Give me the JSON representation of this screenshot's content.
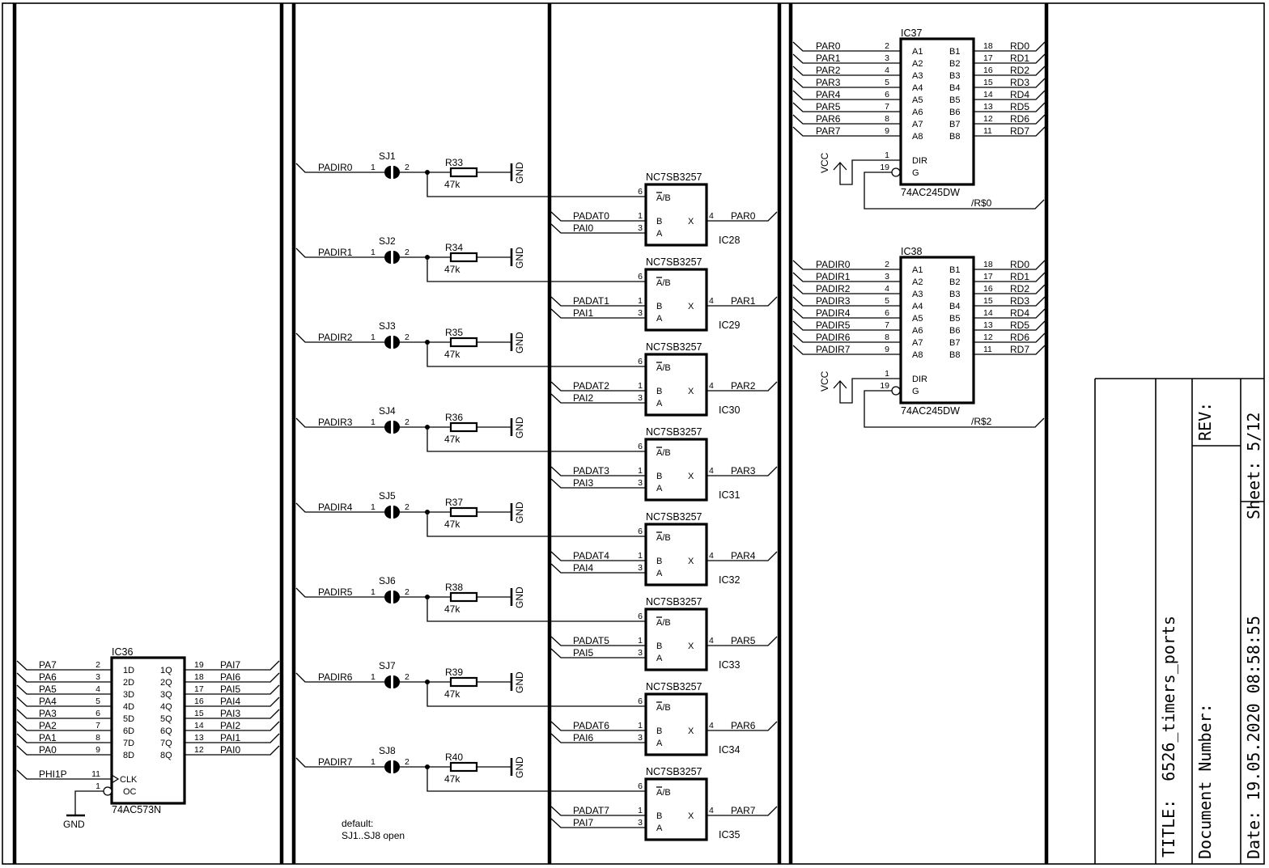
{
  "title_block": {
    "title_label": "TITLE:",
    "title": "6526_timers_ports",
    "document_number_label": "Document Number:",
    "rev_label": "REV:",
    "date_label": "Date:",
    "date": "19.05.2020 08:58:55",
    "sheet_label": "Sheet:",
    "sheet": "5/12"
  },
  "latch": {
    "name": "IC36",
    "part": "74AC573N",
    "inputs": [
      {
        "net": "PA7",
        "pin": "2",
        "label": "1D"
      },
      {
        "net": "PA6",
        "pin": "3",
        "label": "2D"
      },
      {
        "net": "PA5",
        "pin": "4",
        "label": "3D"
      },
      {
        "net": "PA4",
        "pin": "5",
        "label": "4D"
      },
      {
        "net": "PA3",
        "pin": "6",
        "label": "5D"
      },
      {
        "net": "PA2",
        "pin": "7",
        "label": "6D"
      },
      {
        "net": "PA1",
        "pin": "8",
        "label": "7D"
      },
      {
        "net": "PA0",
        "pin": "9",
        "label": "8D"
      }
    ],
    "outputs": [
      {
        "label": "1Q",
        "pin": "19",
        "net": "PAI7"
      },
      {
        "label": "2Q",
        "pin": "18",
        "net": "PAI6"
      },
      {
        "label": "3Q",
        "pin": "17",
        "net": "PAI5"
      },
      {
        "label": "4Q",
        "pin": "16",
        "net": "PAI4"
      },
      {
        "label": "5Q",
        "pin": "15",
        "net": "PAI3"
      },
      {
        "label": "6Q",
        "pin": "14",
        "net": "PAI2"
      },
      {
        "label": "7Q",
        "pin": "13",
        "net": "PAI1"
      },
      {
        "label": "8Q",
        "pin": "12",
        "net": "PAI0"
      }
    ],
    "clk": {
      "net": "PHI1P",
      "pin": "11",
      "label": "CLK"
    },
    "oc": {
      "pin": "1",
      "label": "OC",
      "gnd": "GND"
    }
  },
  "dir_rows": [
    {
      "net": "PADIR0",
      "jumper": "SJ1",
      "pin1": "1",
      "pin2": "2",
      "resistor": "R33",
      "value": "47k",
      "gnd": "GND"
    },
    {
      "net": "PADIR1",
      "jumper": "SJ2",
      "pin1": "1",
      "pin2": "2",
      "resistor": "R34",
      "value": "47k",
      "gnd": "GND"
    },
    {
      "net": "PADIR2",
      "jumper": "SJ3",
      "pin1": "1",
      "pin2": "2",
      "resistor": "R35",
      "value": "47k",
      "gnd": "GND"
    },
    {
      "net": "PADIR3",
      "jumper": "SJ4",
      "pin1": "1",
      "pin2": "2",
      "resistor": "R36",
      "value": "47k",
      "gnd": "GND"
    },
    {
      "net": "PADIR4",
      "jumper": "SJ5",
      "pin1": "1",
      "pin2": "2",
      "resistor": "R37",
      "value": "47k",
      "gnd": "GND"
    },
    {
      "net": "PADIR5",
      "jumper": "SJ6",
      "pin1": "1",
      "pin2": "2",
      "resistor": "R38",
      "value": "47k",
      "gnd": "GND"
    },
    {
      "net": "PADIR6",
      "jumper": "SJ7",
      "pin1": "1",
      "pin2": "2",
      "resistor": "R39",
      "value": "47k",
      "gnd": "GND"
    },
    {
      "net": "PADIR7",
      "jumper": "SJ8",
      "pin1": "1",
      "pin2": "2",
      "resistor": "R40",
      "value": "47k",
      "gnd": "GND"
    }
  ],
  "note": {
    "line1": "default:",
    "line2": "SJ1..SJ8 open"
  },
  "muxes": [
    {
      "part": "NC7SB3257",
      "name": "IC28",
      "sel_pin": "6",
      "sel_label": "A/B",
      "b_pin": "1",
      "b_label": "B",
      "b_net": "PADAT0",
      "a_pin": "3",
      "a_label": "A",
      "a_net": "PAI0",
      "x_pin": "4",
      "x_label": "X",
      "out_net": "PAR0"
    },
    {
      "part": "NC7SB3257",
      "name": "IC29",
      "sel_pin": "6",
      "sel_label": "A/B",
      "b_pin": "1",
      "b_label": "B",
      "b_net": "PADAT1",
      "a_pin": "3",
      "a_label": "A",
      "a_net": "PAI1",
      "x_pin": "4",
      "x_label": "X",
      "out_net": "PAR1"
    },
    {
      "part": "NC7SB3257",
      "name": "IC30",
      "sel_pin": "6",
      "sel_label": "A/B",
      "b_pin": "1",
      "b_label": "B",
      "b_net": "PADAT2",
      "a_pin": "3",
      "a_label": "A",
      "a_net": "PAI2",
      "x_pin": "4",
      "x_label": "X",
      "out_net": "PAR2"
    },
    {
      "part": "NC7SB3257",
      "name": "IC31",
      "sel_pin": "6",
      "sel_label": "A/B",
      "b_pin": "1",
      "b_label": "B",
      "b_net": "PADAT3",
      "a_pin": "3",
      "a_label": "A",
      "a_net": "PAI3",
      "x_pin": "4",
      "x_label": "X",
      "out_net": "PAR3"
    },
    {
      "part": "NC7SB3257",
      "name": "IC32",
      "sel_pin": "6",
      "sel_label": "A/B",
      "b_pin": "1",
      "b_label": "B",
      "b_net": "PADAT4",
      "a_pin": "3",
      "a_label": "A",
      "a_net": "PAI4",
      "x_pin": "4",
      "x_label": "X",
      "out_net": "PAR4"
    },
    {
      "part": "NC7SB3257",
      "name": "IC33",
      "sel_pin": "6",
      "sel_label": "A/B",
      "b_pin": "1",
      "b_label": "B",
      "b_net": "PADAT5",
      "a_pin": "3",
      "a_label": "A",
      "a_net": "PAI5",
      "x_pin": "4",
      "x_label": "X",
      "out_net": "PAR5"
    },
    {
      "part": "NC7SB3257",
      "name": "IC34",
      "sel_pin": "6",
      "sel_label": "A/B",
      "b_pin": "1",
      "b_label": "B",
      "b_net": "PADAT6",
      "a_pin": "3",
      "a_label": "A",
      "a_net": "PAI6",
      "x_pin": "4",
      "x_label": "X",
      "out_net": "PAR6"
    },
    {
      "part": "NC7SB3257",
      "name": "IC35",
      "sel_pin": "6",
      "sel_label": "A/B",
      "b_pin": "1",
      "b_label": "B",
      "b_net": "PADAT7",
      "a_pin": "3",
      "a_label": "A",
      "a_net": "PAI7",
      "x_pin": "4",
      "x_label": "X",
      "out_net": "PAR7"
    }
  ],
  "buffers": [
    {
      "name": "IC37",
      "part": "74AC245DW",
      "a_side": [
        {
          "net": "PAR0",
          "pin": "2",
          "label": "A1"
        },
        {
          "net": "PAR1",
          "pin": "3",
          "label": "A2"
        },
        {
          "net": "PAR2",
          "pin": "4",
          "label": "A3"
        },
        {
          "net": "PAR3",
          "pin": "5",
          "label": "A4"
        },
        {
          "net": "PAR4",
          "pin": "6",
          "label": "A5"
        },
        {
          "net": "PAR5",
          "pin": "7",
          "label": "A6"
        },
        {
          "net": "PAR6",
          "pin": "8",
          "label": "A7"
        },
        {
          "net": "PAR7",
          "pin": "9",
          "label": "A8"
        }
      ],
      "b_side": [
        {
          "label": "B1",
          "pin": "18",
          "net": "RD0"
        },
        {
          "label": "B2",
          "pin": "17",
          "net": "RD1"
        },
        {
          "label": "B3",
          "pin": "16",
          "net": "RD2"
        },
        {
          "label": "B4",
          "pin": "15",
          "net": "RD3"
        },
        {
          "label": "B5",
          "pin": "14",
          "net": "RD4"
        },
        {
          "label": "B6",
          "pin": "13",
          "net": "RD5"
        },
        {
          "label": "B7",
          "pin": "12",
          "net": "RD6"
        },
        {
          "label": "B8",
          "pin": "11",
          "net": "RD7"
        }
      ],
      "dir": {
        "pin": "1",
        "label": "DIR",
        "supply": "VCC"
      },
      "g": {
        "pin": "19",
        "label": "G",
        "net": "/R$0"
      }
    },
    {
      "name": "IC38",
      "part": "74AC245DW",
      "a_side": [
        {
          "net": "PADIR0",
          "pin": "2",
          "label": "A1"
        },
        {
          "net": "PADIR1",
          "pin": "3",
          "label": "A2"
        },
        {
          "net": "PADIR2",
          "pin": "4",
          "label": "A3"
        },
        {
          "net": "PADIR3",
          "pin": "5",
          "label": "A4"
        },
        {
          "net": "PADIR4",
          "pin": "6",
          "label": "A5"
        },
        {
          "net": "PADIR5",
          "pin": "7",
          "label": "A6"
        },
        {
          "net": "PADIR6",
          "pin": "8",
          "label": "A7"
        },
        {
          "net": "PADIR7",
          "pin": "9",
          "label": "A8"
        }
      ],
      "b_side": [
        {
          "label": "B1",
          "pin": "18",
          "net": "RD0"
        },
        {
          "label": "B2",
          "pin": "17",
          "net": "RD1"
        },
        {
          "label": "B3",
          "pin": "16",
          "net": "RD2"
        },
        {
          "label": "B4",
          "pin": "15",
          "net": "RD3"
        },
        {
          "label": "B5",
          "pin": "14",
          "net": "RD4"
        },
        {
          "label": "B6",
          "pin": "13",
          "net": "RD5"
        },
        {
          "label": "B7",
          "pin": "12",
          "net": "RD6"
        },
        {
          "label": "B8",
          "pin": "11",
          "net": "RD7"
        }
      ],
      "dir": {
        "pin": "1",
        "label": "DIR",
        "supply": "VCC"
      },
      "g": {
        "pin": "19",
        "label": "G",
        "net": "/R$2"
      }
    }
  ]
}
